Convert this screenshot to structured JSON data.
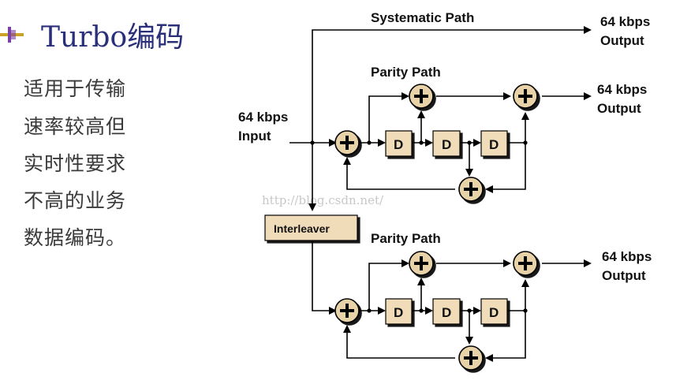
{
  "slide": {
    "title": "Turbo编码",
    "body_lines": [
      "适用于传输",
      "速率较高但",
      "实时性要求",
      "不高的业务",
      " 数据编码。"
    ]
  },
  "diagram": {
    "systematic_label": "Systematic Path",
    "parity_label_1": "Parity Path",
    "parity_label_2": "Parity Path",
    "input_line1": "64 kbps",
    "input_line2": "Input",
    "output_rate": "64 kbps",
    "output_word": "Output",
    "interleaver_label": "Interleaver",
    "delay_label": "D",
    "adder_symbol": "+",
    "watermark": "http://blog.csdn.net/"
  },
  "colors": {
    "title": "#2a2f7a",
    "block_fill": "#f0dcb8",
    "adder_fill": "#e8d2a8"
  }
}
